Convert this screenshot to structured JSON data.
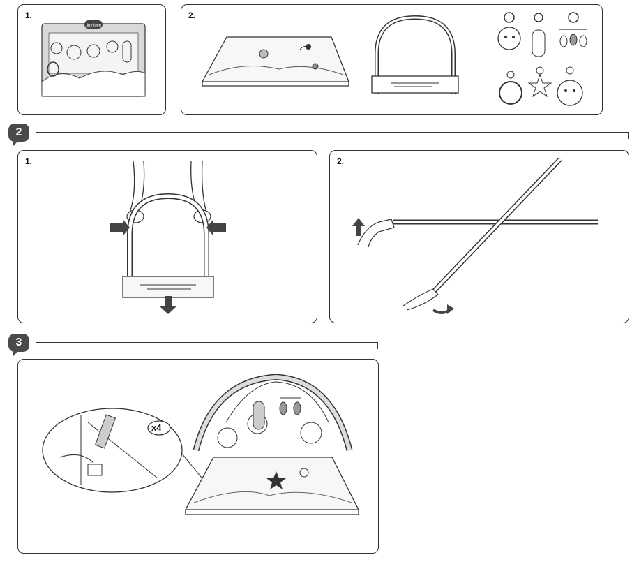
{
  "steps": {
    "step2": "2",
    "step3": "3"
  },
  "panels": {
    "p1_1": "1.",
    "p1_2": "2.",
    "p2_1": "1.",
    "p2_2": "2."
  },
  "callout": {
    "multiplier": "x4"
  },
  "logo": {
    "text": "tiny love"
  },
  "colors": {
    "badge": "#4a4a4a",
    "stroke": "#333333",
    "grayfill": "#d9d9d9"
  }
}
